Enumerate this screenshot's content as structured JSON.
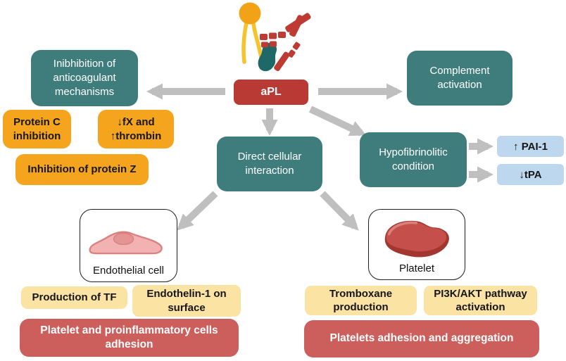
{
  "apl": {
    "label": "aPL"
  },
  "nodes": {
    "anticoagulant": "Inibhibition of anticoagulant mechanisms",
    "complement": "Complement activation",
    "direct_cellular": "Direct cellular interaction",
    "hypofibrinolitic": "Hypofibrinolitic condition"
  },
  "anticoagulant_effects": {
    "protein_c": "Protein C inhibition",
    "fx_thrombin": "↓fX and ↑thrombin",
    "protein_z": "Inhibition of protein Z"
  },
  "fibrinolysis_effects": {
    "pai1": "↑ PAI-1",
    "tpa": "↓tPA"
  },
  "cells": {
    "endothelial": {
      "label": "Endothelial cell"
    },
    "platelet": {
      "label": "Platelet"
    }
  },
  "endothelial_effects": {
    "tf": "Production of TF",
    "endothelin": "Endothelin-1 on surface",
    "adhesion": "Platelet and proinflammatory cells adhesion"
  },
  "platelet_effects": {
    "tromboxane": "Tromboxane production",
    "pi3k": "PI3K/AKT pathway activation",
    "aggregation": "Platelets adhesion and aggregation"
  },
  "icons": {
    "top": "phospholipid-antibody-complex-icon",
    "endothelial": "endothelial-cell-icon",
    "platelet": "platelet-icon"
  },
  "colors": {
    "teal": "#3F7D7D",
    "apl_red": "#B93A34",
    "soft_red": "#CC5F5C",
    "orange": "#F5A51D",
    "light_yellow": "#FBE3A3",
    "light_blue": "#BDD7EE",
    "arrow_gray": "#BFBFBF",
    "cell_pink": "#F2B2B1",
    "platelet_red": "#C5504B"
  }
}
